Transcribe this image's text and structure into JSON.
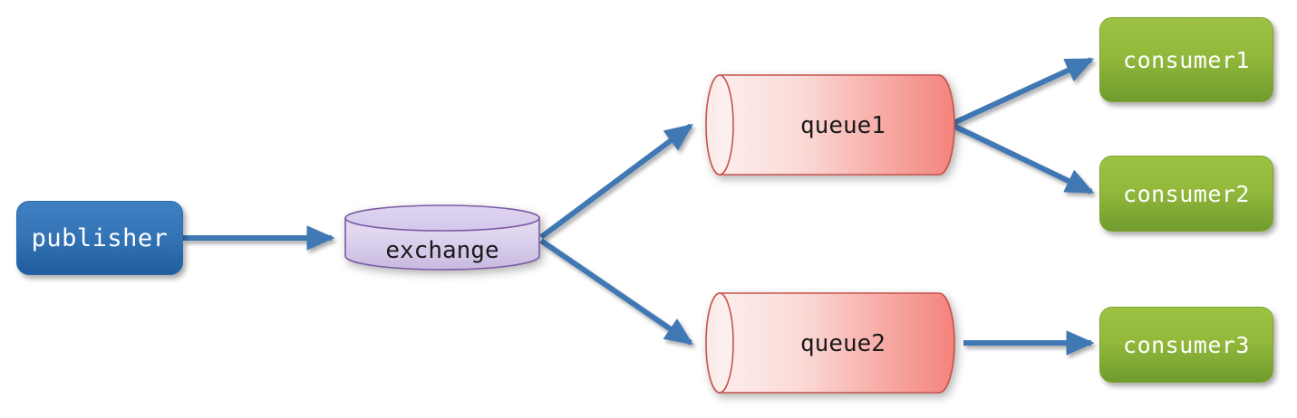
{
  "diagram": {
    "title": "publisher-exchange-queue-consumer fanout",
    "background": "#ffffff",
    "edge_color": "#4178b4",
    "nodes": {
      "publisher": {
        "label": "publisher",
        "shape": "rounded-rectangle",
        "fill_top": "#3f80c2",
        "fill_bottom": "#1f5d9e",
        "text_color": "#ffffff"
      },
      "exchange": {
        "label": "exchange",
        "shape": "cylinder-vertical",
        "fill": "#d7cdea",
        "stroke": "#7b5ba6",
        "text_color": "#1a1a1a"
      },
      "queue1": {
        "label": "queue1",
        "shape": "cylinder-horizontal",
        "fill_left": "#fbe6e4",
        "fill_right": "#f5827a",
        "stroke": "#c9524c",
        "text_color": "#1a1a1a"
      },
      "queue2": {
        "label": "queue2",
        "shape": "cylinder-horizontal",
        "fill_left": "#fbe6e4",
        "fill_right": "#f5827a",
        "stroke": "#c9524c",
        "text_color": "#1a1a1a"
      },
      "consumer1": {
        "label": "consumer1",
        "shape": "rounded-rectangle",
        "fill_top": "#9dc243",
        "fill_bottom": "#6f9c2e",
        "text_color": "#ffffff"
      },
      "consumer2": {
        "label": "consumer2",
        "shape": "rounded-rectangle",
        "fill_top": "#9dc243",
        "fill_bottom": "#6f9c2e",
        "text_color": "#ffffff"
      },
      "consumer3": {
        "label": "consumer3",
        "shape": "rounded-rectangle",
        "fill_top": "#9dc243",
        "fill_bottom": "#6f9c2e",
        "text_color": "#ffffff"
      }
    },
    "edges": [
      {
        "id": "publisher-to-exchange",
        "from": "publisher",
        "to": "exchange",
        "arrow": "single"
      },
      {
        "id": "exchange-to-queue1",
        "from": "exchange",
        "to": "queue1",
        "arrow": "single"
      },
      {
        "id": "exchange-to-queue2",
        "from": "exchange",
        "to": "queue2",
        "arrow": "single"
      },
      {
        "id": "queue1-to-consumer1",
        "from": "queue1",
        "to": "consumer1",
        "arrow": "single"
      },
      {
        "id": "queue1-to-consumer2",
        "from": "queue1",
        "to": "consumer2",
        "arrow": "single"
      },
      {
        "id": "queue2-to-consumer3",
        "from": "queue2",
        "to": "consumer3",
        "arrow": "single"
      }
    ]
  }
}
